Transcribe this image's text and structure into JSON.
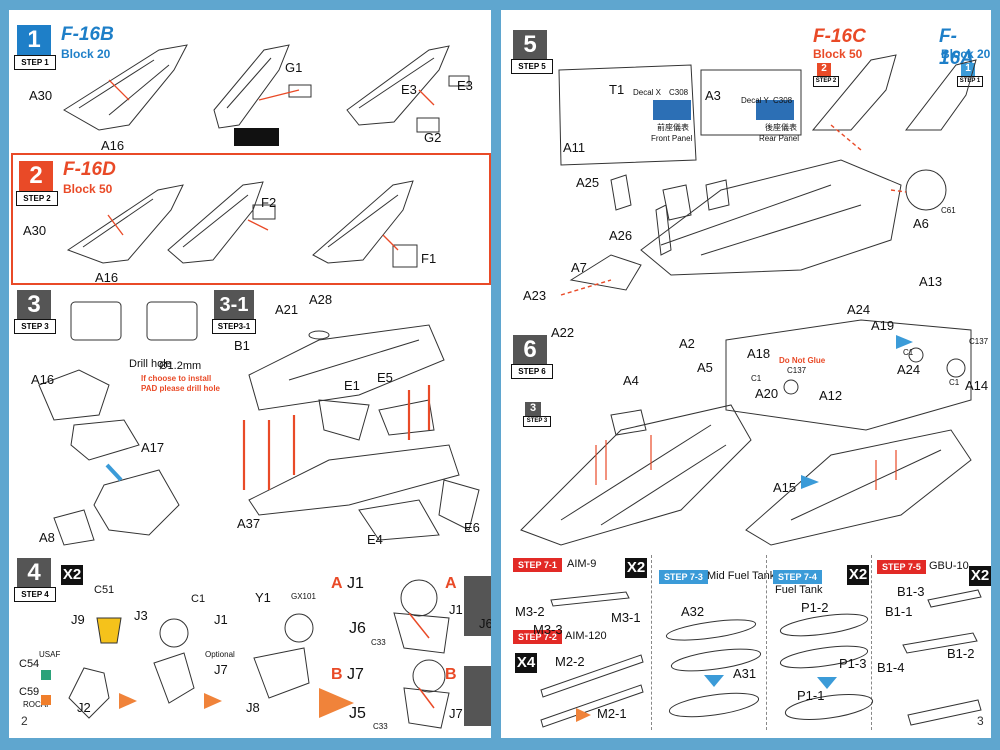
{
  "colors": {
    "accent_blue": "#1e7fc8",
    "accent_red": "#e94a27",
    "frame": "#5fa6cf"
  },
  "left": {
    "page_number": "2",
    "step1": {
      "number": "1",
      "tag": "STEP 1",
      "title": "F-16B",
      "subtitle": "Block 20",
      "parts": [
        "A30",
        "A16",
        "G1",
        "E3",
        "E3",
        "G2"
      ]
    },
    "step2": {
      "number": "2",
      "tag": "STEP 2",
      "title": "F-16D",
      "subtitle": "Block 50",
      "parts": [
        "A30",
        "A16",
        "F2",
        "F1"
      ]
    },
    "step3": {
      "number": "3",
      "tag": "STEP 3",
      "parts": [
        "A16",
        "A17",
        "A8"
      ],
      "drill_label": "Drill hole",
      "drill_size": "Ø1.2mm",
      "note_line1": "If  choose to install",
      "note_line2": "PAD please drill  hole"
    },
    "step31": {
      "number": "3-1",
      "tag": "STEP3-1",
      "parts": [
        "A21",
        "A28",
        "B1",
        "E1",
        "E5",
        "A37",
        "E4",
        "E6"
      ]
    },
    "step4": {
      "number": "4",
      "tag": "STEP 4",
      "multiplier": "X2",
      "parts": [
        "C51",
        "J9",
        "J3",
        "C1",
        "J1",
        "Y1",
        "GX101",
        "J7",
        "J8",
        "J2"
      ],
      "color_usaf": "USAF",
      "color_c54": "C54",
      "color_c59": "C59",
      "color_rocaf": "ROCAF",
      "optional": "Optional",
      "variantA": {
        "letter": "A",
        "parts": [
          "J1",
          "J6",
          "C33",
          "J1",
          "J6"
        ]
      },
      "variantB": {
        "letter": "B",
        "parts": [
          "J7",
          "J5",
          "C33",
          "J7"
        ]
      }
    }
  },
  "right": {
    "page_number": "3",
    "step5": {
      "number": "5",
      "tag": "STEP 5",
      "parts": [
        "T1",
        "A11",
        "A3",
        "A25",
        "A26",
        "A23",
        "A22",
        "A7",
        "A6"
      ],
      "decal_x": "Decal X",
      "decal_y": "Decal Y",
      "c308": "C308",
      "c308b": "C308",
      "c61": "C61",
      "front_panel_cn": "前座儀表",
      "front_panel": "Front Panel",
      "rear_panel_cn": "後座儀表",
      "rear_panel": "Rear Panel",
      "variant_c": {
        "title": "F-16C",
        "subtitle": "Block 50",
        "tag_num": "2",
        "tag": "STEP 2"
      },
      "variant_a": {
        "title": "F-16A",
        "subtitle": "Block 20",
        "tag_num": "1",
        "tag": "STEP 1"
      }
    },
    "step6": {
      "number": "6",
      "tag": "STEP 6",
      "ref_num": "3",
      "ref_tag": "STEP 3",
      "parts": [
        "A2",
        "A4",
        "A5",
        "A18",
        "A20",
        "C137",
        "C1",
        "A12",
        "A15",
        "A24",
        "A19",
        "A13",
        "C137",
        "C1",
        "A24",
        "A14",
        "C1"
      ],
      "do_not_glue": "Do Not Glue"
    },
    "step71": {
      "tag": "STEP 7-1",
      "name": "AIM-9",
      "multiplier": "X2",
      "parts": [
        "M3-2",
        "M3-3",
        "M3-1"
      ]
    },
    "step72": {
      "tag": "STEP 7-2",
      "name": "AIM-120",
      "multiplier": "X4",
      "parts": [
        "M2-2",
        "M2-1"
      ]
    },
    "step73": {
      "tag": "STEP 7-3",
      "name": "Mid Fuel Tank",
      "parts": [
        "A32",
        "A31"
      ]
    },
    "step74": {
      "tag": "STEP 7-4",
      "name": "Fuel Tank",
      "multiplier": "X2",
      "parts": [
        "P1-2",
        "P1-3",
        "P1-1"
      ]
    },
    "step75": {
      "tag": "STEP 7-5",
      "name": "GBU-10",
      "multiplier": "X2",
      "parts": [
        "B1-3",
        "B1-1",
        "B1-4",
        "B1-2"
      ]
    }
  }
}
